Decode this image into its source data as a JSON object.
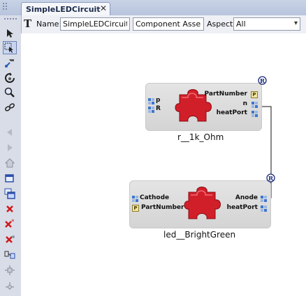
{
  "tab": {
    "title": "SimpleLEDCircuit",
    "close_glyph": "✕"
  },
  "props": {
    "name_label": "Name:",
    "name_value": "SimpleLEDCircuit",
    "type_value": "Component Assembly",
    "aspect_label": "Aspect:",
    "aspect_value": "All"
  },
  "toolbar_icons": [
    "select-arrow-icon",
    "zoom-region-icon",
    "connect-icon",
    "rotate-icon",
    "zoom-icon",
    "link-icon",
    "back-icon",
    "forward-icon",
    "home-icon",
    "window-icon",
    "multi-window-icon",
    "delete-icon",
    "delete-star-icon",
    "delete-alt-icon",
    "group-icon",
    "add-port-icon",
    "connect-tool-icon"
  ],
  "blocks": [
    {
      "name": "r__1k_Ohm",
      "badge": "R",
      "left_ports": [
        "p",
        "R"
      ],
      "right_ports": [
        "PartNumber",
        "n",
        "heatPort"
      ]
    },
    {
      "name": "led__BrightGreen",
      "badge": "R",
      "left_ports": [
        "Cathode",
        "PartNumber"
      ],
      "right_ports": [
        "Anode",
        "heatPort"
      ]
    }
  ],
  "colors": {
    "puzzle": "#d11f2a",
    "wire": "#111111"
  }
}
